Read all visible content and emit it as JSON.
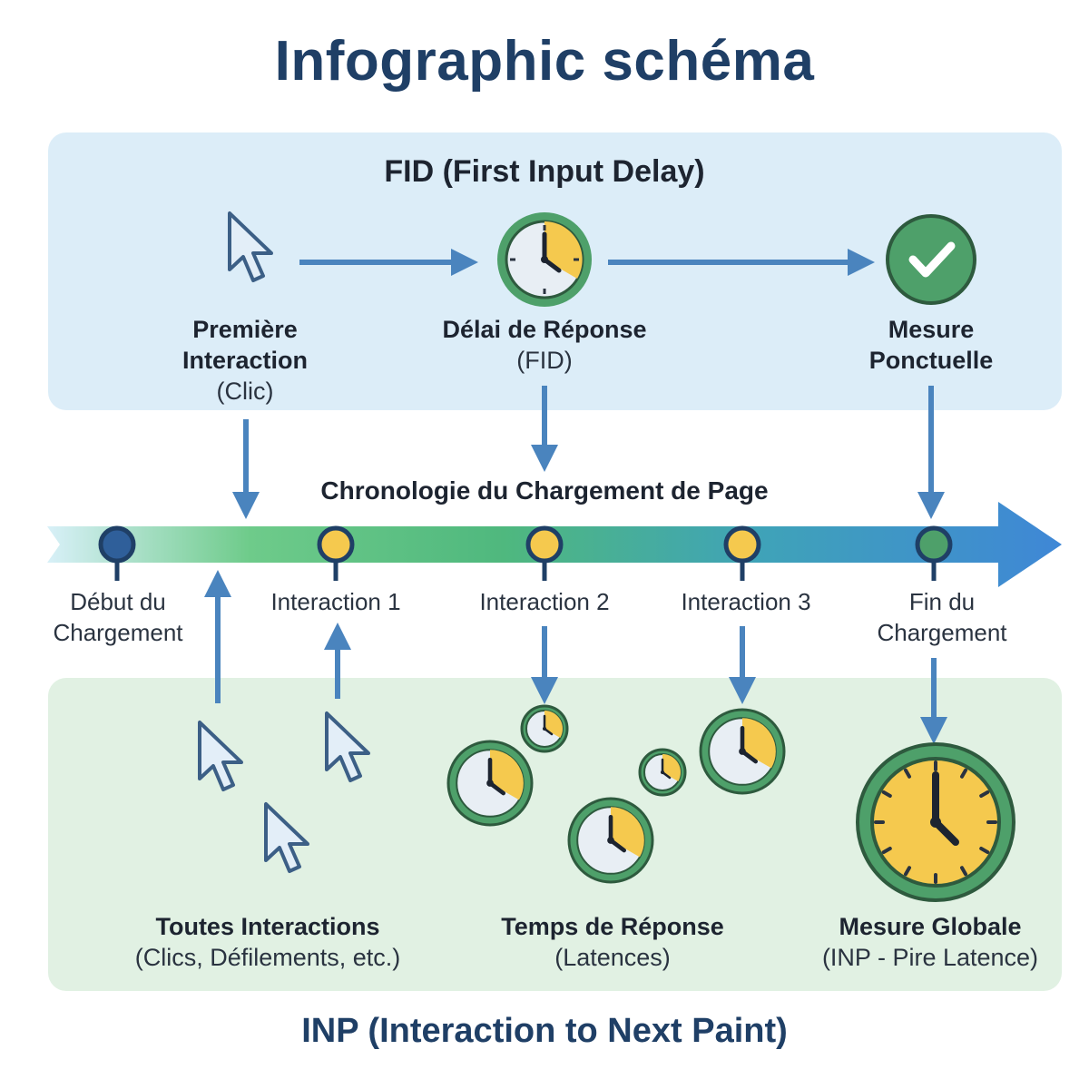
{
  "title": "Infographic schéma",
  "fid": {
    "title": "FID (First Input Delay)",
    "steps": [
      {
        "bold": [
          "Première",
          "Interaction"
        ],
        "normal": "(Clic)",
        "icon": "cursor-icon"
      },
      {
        "bold": [
          "Délai de Réponse"
        ],
        "normal": "(FID)",
        "icon": "clock-icon"
      },
      {
        "bold": [
          "Mesure",
          "Ponctuelle"
        ],
        "normal": "",
        "icon": "check-icon"
      }
    ]
  },
  "timeline": {
    "title": "Chronologie du Chargement de Page",
    "points": [
      {
        "label_lines": [
          "Début du",
          "Chargement"
        ]
      },
      {
        "label_lines": [
          "Interaction 1"
        ]
      },
      {
        "label_lines": [
          "Interaction 2"
        ]
      },
      {
        "label_lines": [
          "Interaction 3"
        ]
      },
      {
        "label_lines": [
          "Fin du",
          "Chargement"
        ]
      }
    ]
  },
  "inp": {
    "title": "INP (Interaction to Next Paint)",
    "groups": [
      {
        "bold": "Toutes Interactions",
        "normal": "(Clics, Défilements, etc.)",
        "icon": "cursors-icon"
      },
      {
        "bold": "Temps de Réponse",
        "normal": "(Latences)",
        "icon": "clocks-icon"
      },
      {
        "bold": "Mesure Globale",
        "normal": "(INP - Pire Latence)",
        "icon": "large-clock-icon"
      }
    ]
  },
  "colors": {
    "title": "#1f3f66",
    "fid_panel": "#dcedf8",
    "inp_panel": "#e1f1e3",
    "arrow": "#4a84be",
    "clock_ring": "#4ea06a",
    "clock_accent": "#f5c94e",
    "timeline_start": "#d8f0f8",
    "timeline_mid": "#5cc07a",
    "timeline_end": "#3f87d6"
  }
}
